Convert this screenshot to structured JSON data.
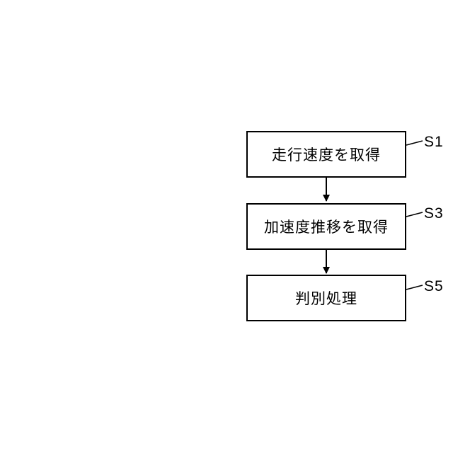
{
  "steps": [
    {
      "id": "S1",
      "text": "走行速度を取得"
    },
    {
      "id": "S3",
      "text": "加速度推移を取得"
    },
    {
      "id": "S5",
      "text": "判別処理"
    }
  ],
  "colors": {
    "line": "#000000",
    "background": "#ffffff"
  }
}
